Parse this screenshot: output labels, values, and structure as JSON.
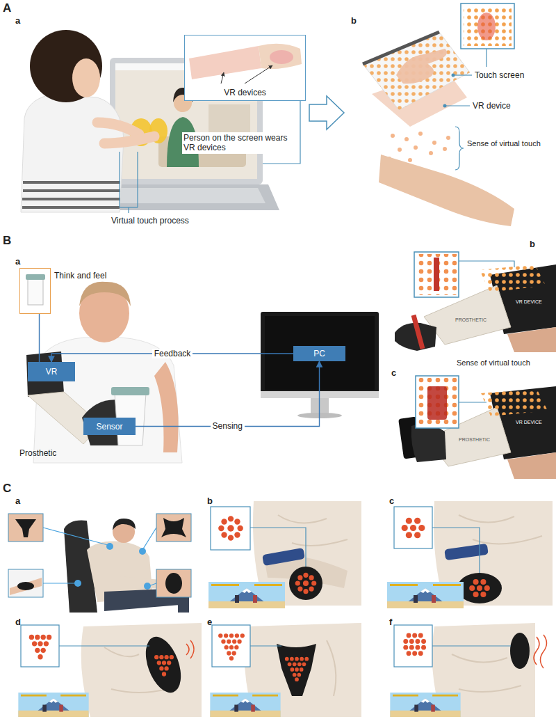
{
  "diagram": {
    "nodes": [
      {
        "text": [
          "VR devices"
        ]
      },
      {
        "text": [
          "Think and feel"
        ]
      },
      {
        "text": [
          "VR"
        ]
      },
      {
        "text": [
          "PC"
        ]
      },
      {
        "text": [
          "Sensor"
        ]
      }
    ],
    "edges": [
      {
        "from": 3,
        "to": 2,
        "label": "Feedback",
        "arrow": "to"
      },
      {
        "from": 4,
        "to": 3,
        "label": "Sensing",
        "arrow": "to"
      },
      {
        "from": 2,
        "to": 1,
        "arrow": "none"
      }
    ],
    "labels": [
      "A",
      "a",
      "Person on the screen wears VR devices",
      "Virtual touch process",
      "b",
      "Touch screen",
      "VR device",
      "Sense of virtual touch",
      "B",
      "a",
      "Prosthetic",
      "b",
      "c",
      "Sense of virtual touch",
      "PROSTHETIC",
      "VR DEVICE",
      "PROSTHETIC",
      "VR DEVICE",
      "C",
      "a",
      "b",
      "c",
      "d",
      "e",
      "f"
    ]
  }
}
